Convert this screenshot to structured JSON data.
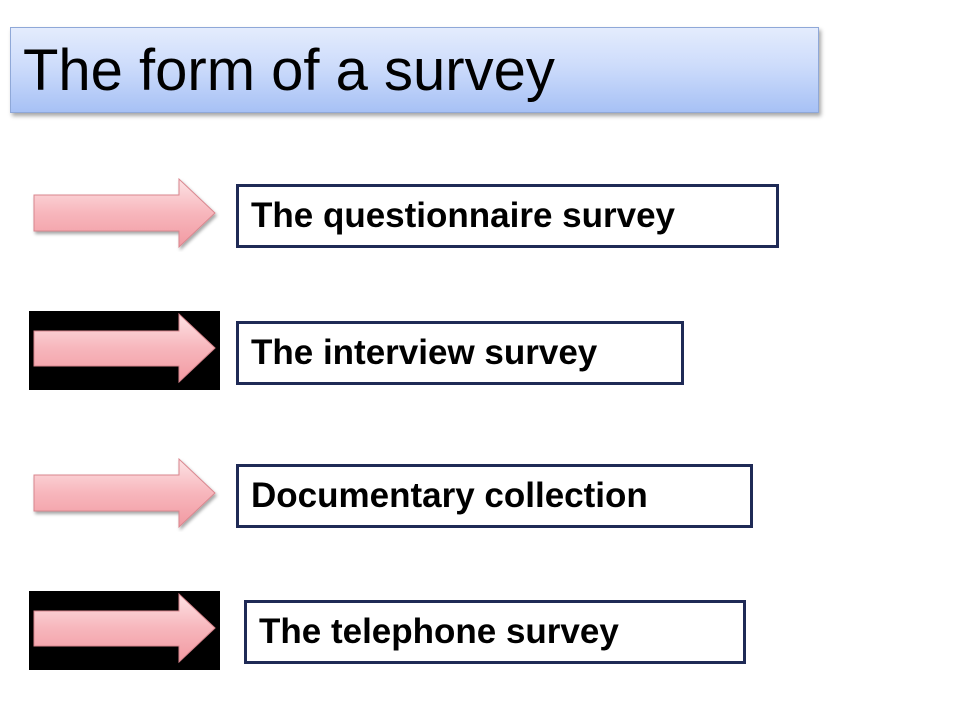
{
  "slide": {
    "title": "The form of a survey",
    "items": [
      {
        "label": "The questionnaire survey",
        "arrow_background": "none"
      },
      {
        "label": "The interview survey",
        "arrow_background": "#000000"
      },
      {
        "label": "Documentary collection",
        "arrow_background": "none"
      },
      {
        "label": "The telephone survey",
        "arrow_background": "#000000"
      }
    ]
  },
  "colors": {
    "title_gradient_top": "#e4ecfd",
    "title_gradient_bottom": "#a7c1f5",
    "arrow_fill": "#f7b6bc",
    "box_border": "#1f2a56"
  },
  "icons": [
    "right-arrow-icon"
  ]
}
